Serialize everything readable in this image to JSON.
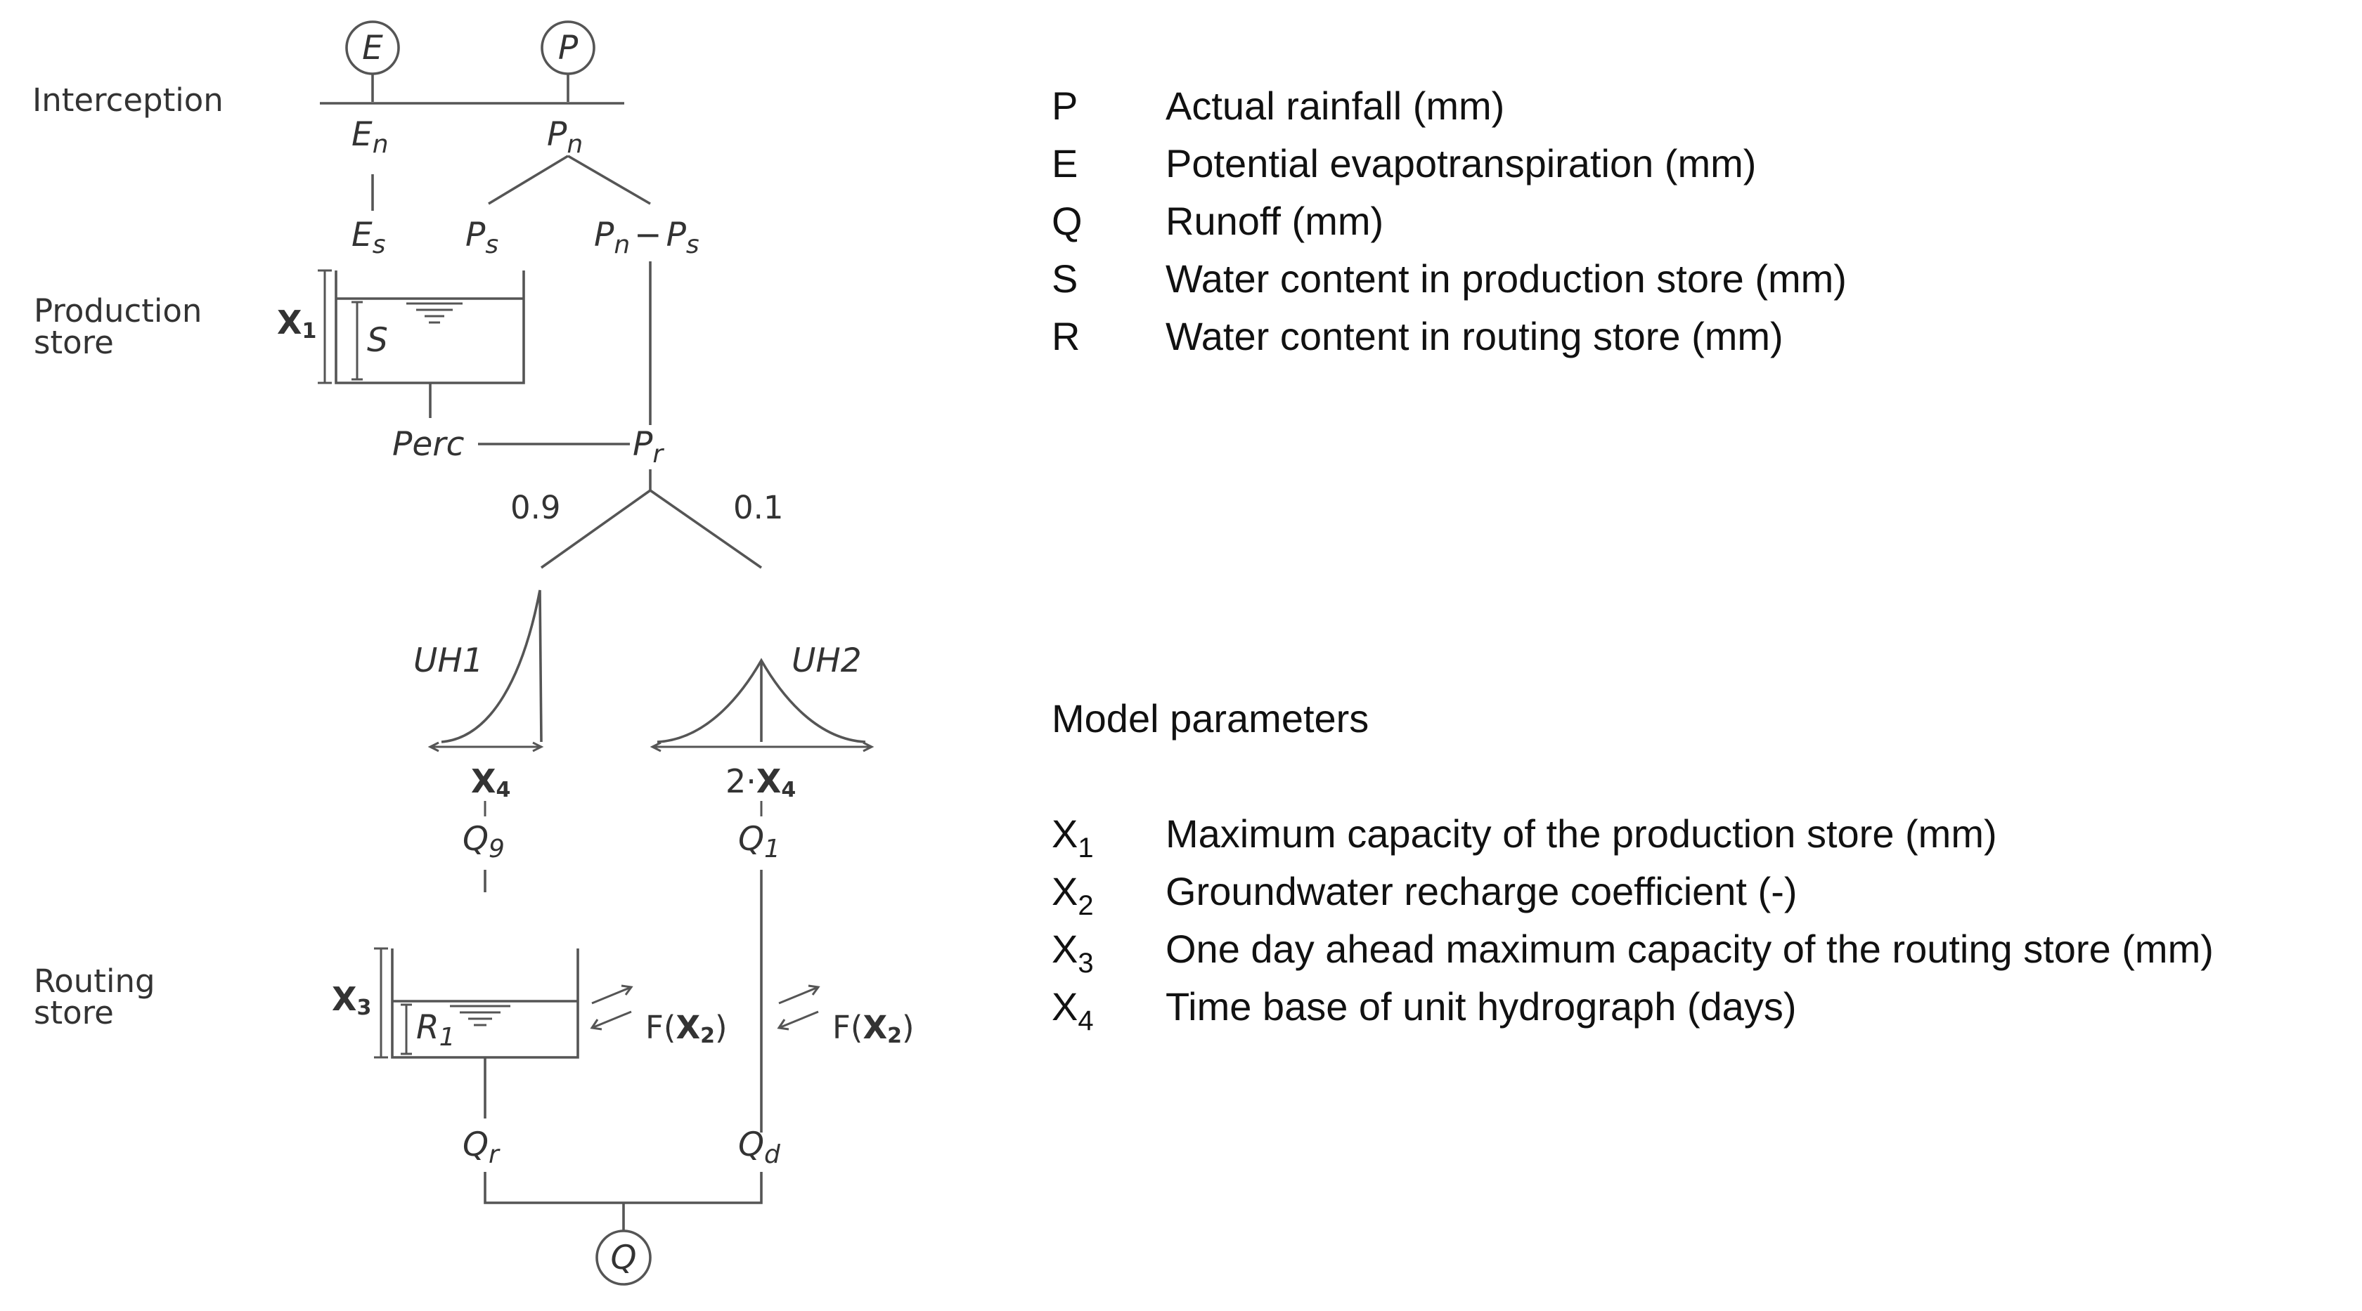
{
  "sections": {
    "interception": "Interception",
    "production_line1": "Production",
    "production_line2": "store",
    "routing_line1": "Routing",
    "routing_line2": "store"
  },
  "nodes": {
    "E": "E",
    "P": "P",
    "Q": "Q"
  },
  "variables": {
    "En": "E",
    "En_sub": "n",
    "Pn": "P",
    "Pn_sub": "n",
    "Es": "E",
    "Es_sub": "s",
    "Ps": "P",
    "Ps_sub": "s",
    "PnPs_a": "P",
    "PnPs_a_sub": "n",
    "PnPs_minus": "−",
    "PnPs_b": "P",
    "PnPs_b_sub": "s",
    "S": "S",
    "Perc": "Perc",
    "Pr": "P",
    "Pr_sub": "r",
    "split_left": "0.9",
    "split_right": "0.1",
    "UH1": "UH1",
    "UH2": "UH2",
    "X4_uh1": "X",
    "X4_uh1_sub": "4",
    "X4_uh2_prefix": "2·",
    "X4_uh2": "X",
    "X4_uh2_sub": "4",
    "Q9": "Q",
    "Q9_sub": "9",
    "Q1": "Q",
    "Q1_sub": "1",
    "X1": "X",
    "X1_sub": "1",
    "X3": "X",
    "X3_sub": "3",
    "R1": "R",
    "R1_sub": "1",
    "F_left_prefix": "F(",
    "F_left_x": "X",
    "F_left_sub": "2",
    "F_left_suffix": ")",
    "F_right_prefix": "F(",
    "F_right_x": "X",
    "F_right_sub": "2",
    "F_right_suffix": ")",
    "Qr": "Q",
    "Qr_sub": "r",
    "Qd": "Q",
    "Qd_sub": "d"
  },
  "legend": {
    "items": [
      {
        "symbol": "P",
        "text": "Actual rainfall (mm)"
      },
      {
        "symbol": "E",
        "text": "Potential evapotranspiration (mm)"
      },
      {
        "symbol": "Q",
        "text": "Runoff (mm)"
      },
      {
        "symbol": "S",
        "text": "Water content in production store (mm)"
      },
      {
        "symbol": "R",
        "text": "Water content in routing store (mm)"
      }
    ],
    "params_title": "Model parameters",
    "params": [
      {
        "symbol": "X",
        "sub": "1",
        "text": "Maximum capacity of the production store (mm)"
      },
      {
        "symbol": "X",
        "sub": "2",
        "text": "Groundwater recharge coefficient (-)"
      },
      {
        "symbol": "X",
        "sub": "3",
        "text": "One day ahead maximum capacity of the routing store (mm)"
      },
      {
        "symbol": "X",
        "sub": "4",
        "text": "Time base of unit hydrograph (days)"
      }
    ]
  }
}
